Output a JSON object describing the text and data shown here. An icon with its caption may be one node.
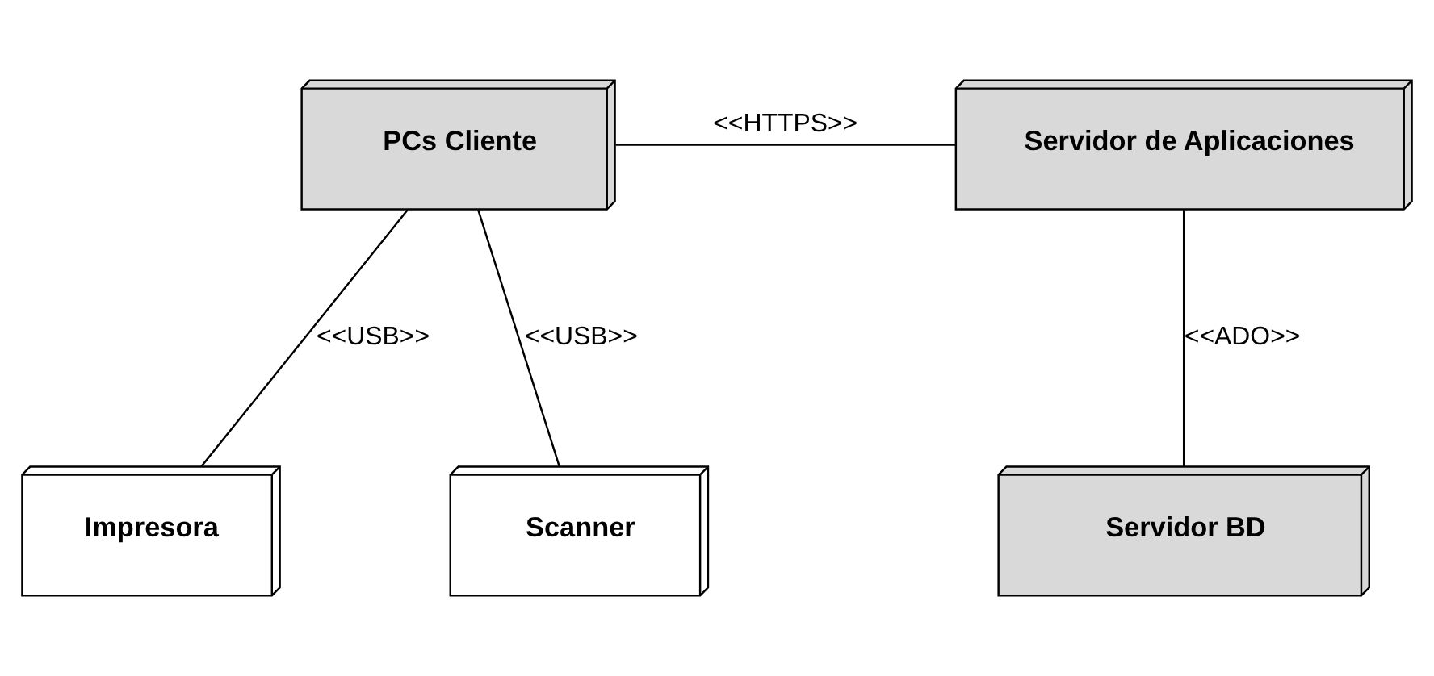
{
  "diagram": {
    "nodes": [
      {
        "text": [
          "PCs Cliente"
        ]
      },
      {
        "text": [
          "Servidor de Aplicaciones"
        ]
      },
      {
        "text": [
          "Impresora"
        ]
      },
      {
        "text": [
          "Scanner"
        ]
      },
      {
        "text": [
          "Servidor BD"
        ]
      }
    ],
    "edges": [
      {
        "from": 0,
        "to": 1,
        "arrow": "none",
        "label": "<<HTTPS>>"
      },
      {
        "from": 0,
        "to": 2,
        "arrow": "none",
        "label": "<<USB>>"
      },
      {
        "from": 0,
        "to": 3,
        "arrow": "none",
        "label": "<<USB>>"
      },
      {
        "from": 1,
        "to": 4,
        "arrow": "none",
        "label": "<<ADO>>"
      }
    ]
  }
}
